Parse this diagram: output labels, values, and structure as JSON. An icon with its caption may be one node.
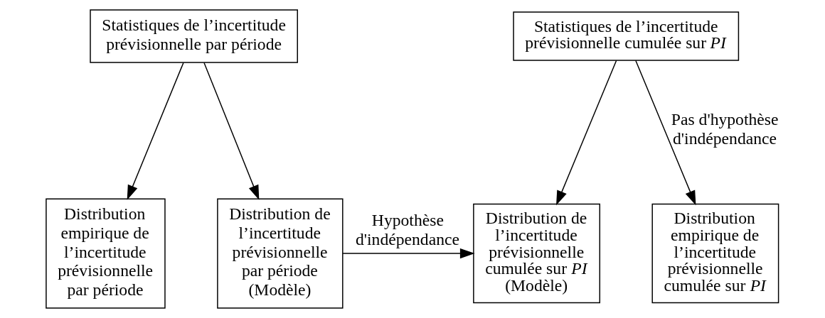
{
  "diagram": {
    "nodes": [
      {
        "text": [
          "Statistiques de l’incertitude prévisionnelle par période"
        ]
      },
      {
        "text": [
          "Statistiques de l’incertitude prévisionnelle cumulée sur *PI*"
        ]
      },
      {
        "text": [
          "Distribution empirique de l’incertitude prévisionnelle par période"
        ]
      },
      {
        "text": [
          "Distribution de l’incertitude prévisionnelle par période (Modèle)"
        ]
      },
      {
        "text": [
          "Distribution de l’incertitude prévisionnelle cumulée sur *PI* (Modèle)"
        ]
      },
      {
        "text": [
          "Distribution empirique de l’incertitude prévisionnelle cumulée sur *PI*"
        ]
      }
    ],
    "edges": [
      {
        "from": 0,
        "to": 2,
        "arrow": "to"
      },
      {
        "from": 0,
        "to": 3,
        "arrow": "to"
      },
      {
        "from": 3,
        "to": 4,
        "arrow": "to",
        "label": "Hypothèse d'indépendance"
      },
      {
        "from": 1,
        "to": 4,
        "arrow": "to"
      },
      {
        "from": 1,
        "to": 5,
        "arrow": "to",
        "label": "Pas d'hypothèse d'indépendance"
      }
    ]
  }
}
